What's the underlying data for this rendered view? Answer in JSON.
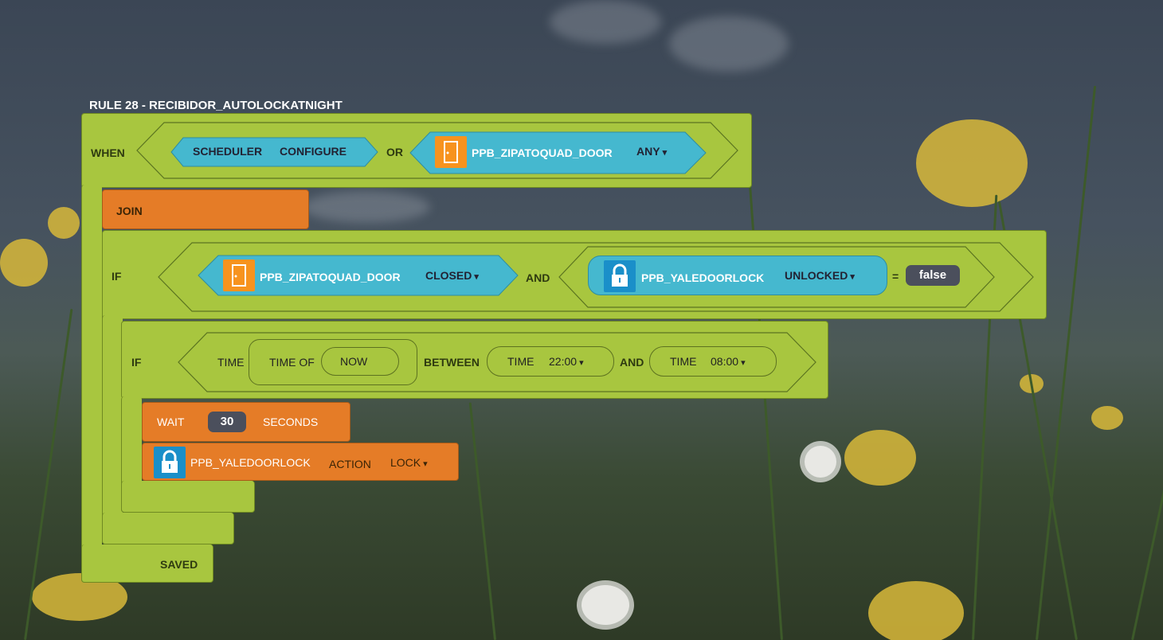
{
  "rule": {
    "title": "RULE 28 - RECIBIDOR_AUTOLOCKATNIGHT"
  },
  "when": {
    "label": "WHEN",
    "scheduler": "SCHEDULER",
    "configure": "CONFIGURE",
    "or": "OR",
    "device": "PPB_ZIPATOQUAD_DOOR",
    "state": "ANY"
  },
  "join": {
    "label": "JOIN"
  },
  "if1": {
    "label": "IF",
    "device": "PPB_ZIPATOQUAD_DOOR",
    "state": "CLOSED",
    "and": "AND",
    "lock_device": "PPB_YALEDOORLOCK",
    "lock_state": "UNLOCKED",
    "equals": "=",
    "value": "false"
  },
  "if2": {
    "label": "IF",
    "time": "TIME",
    "time_of": "TIME OF",
    "now": "NOW",
    "between": "BETWEEN",
    "time1_label": "TIME",
    "time1_value": "22:00",
    "and": "AND",
    "time2_label": "TIME",
    "time2_value": "08:00"
  },
  "wait": {
    "label": "WAIT",
    "value": "30",
    "unit": "SECONDS"
  },
  "action": {
    "device": "PPB_YALEDOORLOCK",
    "label": "ACTION",
    "value": "LOCK"
  },
  "footer": {
    "saved": "SAVED"
  },
  "colors": {
    "green": "#a8c63f",
    "orange": "#e57c27",
    "cyan": "#45b8cf",
    "door_icon": "#f7931e",
    "lock_icon": "#1a8fc9"
  },
  "icons": {
    "door": "door-icon",
    "lock": "lock-icon"
  }
}
